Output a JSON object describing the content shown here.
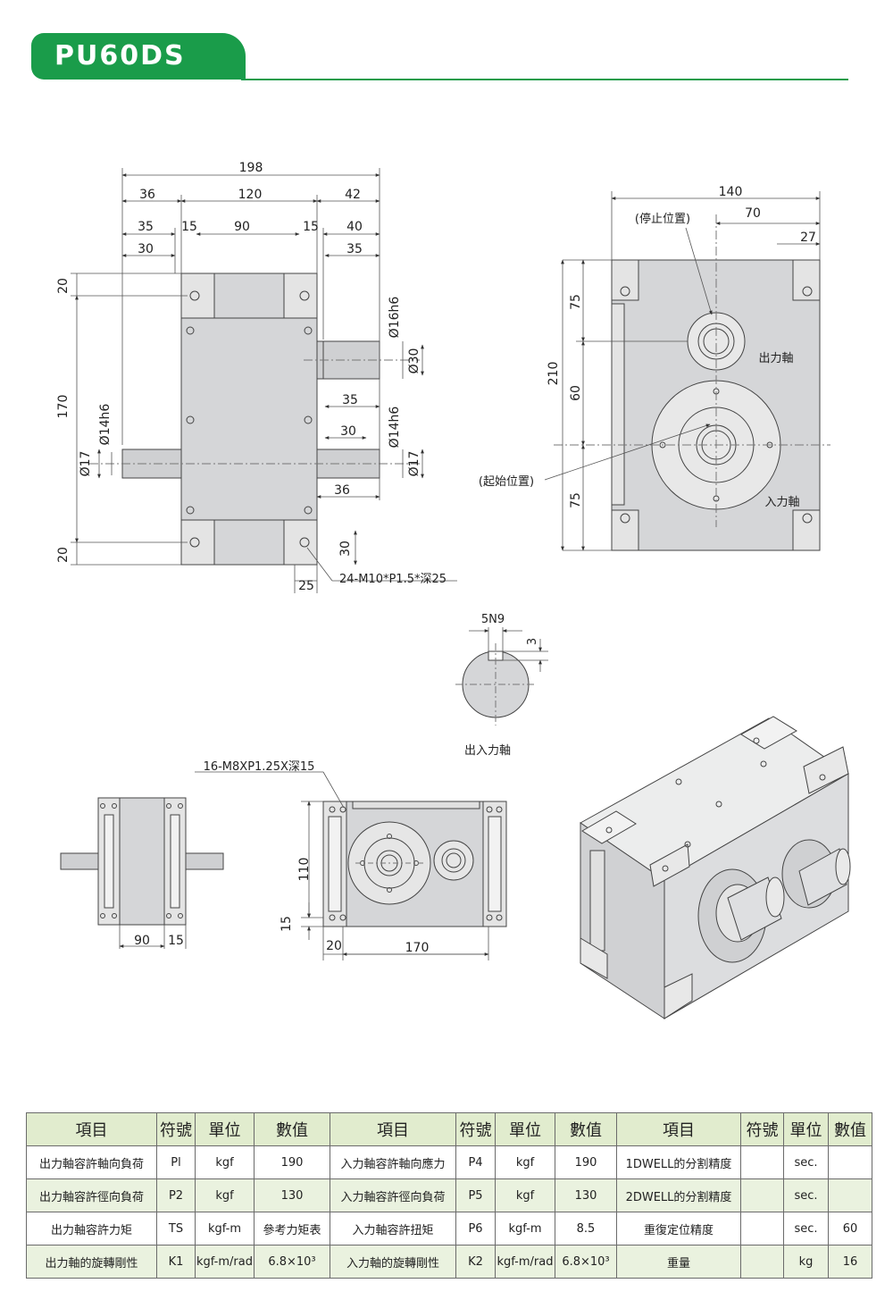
{
  "header": {
    "model": "PU60DS"
  },
  "drawing": {
    "dims_front": [
      "198",
      "36",
      "120",
      "42",
      "35",
      "15",
      "90",
      "15",
      "40",
      "30",
      "35",
      "20",
      "170",
      "Ø14h6",
      "Ø17",
      "20",
      "Ø16h6",
      "Ø30",
      "35",
      "30",
      "Ø14h6",
      "Ø17",
      "36",
      "30",
      "25"
    ],
    "tap_front": "24-M10*P1.5*深25",
    "dims_side": [
      "140",
      "70",
      "27",
      "75",
      "60",
      "75",
      "210"
    ],
    "label_stop": "(停止位置)",
    "label_start": "(起始位置)",
    "label_output": "出力軸",
    "label_input": "入力軸",
    "key_width": "5N9",
    "key_depth": "3",
    "key_caption": "出入力軸",
    "tap_bottom": "16-M8XP1.25X深15",
    "dims_bottom": [
      "110",
      "15",
      "20",
      "170"
    ],
    "dims_left": [
      "90",
      "15"
    ]
  },
  "specs": {
    "headers": [
      "項目",
      "符號",
      "單位",
      "數值",
      "項目",
      "符號",
      "單位",
      "數值",
      "項目",
      "符號",
      "單位",
      "數值"
    ],
    "rows": [
      [
        "出力軸容許軸向負荷",
        "Pl",
        "kgf",
        "190",
        "入力軸容許軸向應力",
        "P4",
        "kgf",
        "190",
        "1DWELL的分割精度",
        "",
        "sec.",
        ""
      ],
      [
        "出力軸容許徑向負荷",
        "P2",
        "kgf",
        "130",
        "入力軸容許徑向負荷",
        "P5",
        "kgf",
        "130",
        "2DWELL的分割精度",
        "",
        "sec.",
        ""
      ],
      [
        "出力軸容許力矩",
        "TS",
        "kgf-m",
        "參考力矩表",
        "入力軸容許扭矩",
        "P6",
        "kgf-m",
        "8.5",
        "重復定位精度",
        "",
        "sec.",
        "60"
      ],
      [
        "出力軸的旋轉剛性",
        "K1",
        "kgf-m/rad",
        "6.8×10³",
        "入力軸的旋轉剛性",
        "K2",
        "kgf-m/rad",
        "6.8×10³",
        "重量",
        "",
        "kg",
        "16"
      ]
    ]
  }
}
